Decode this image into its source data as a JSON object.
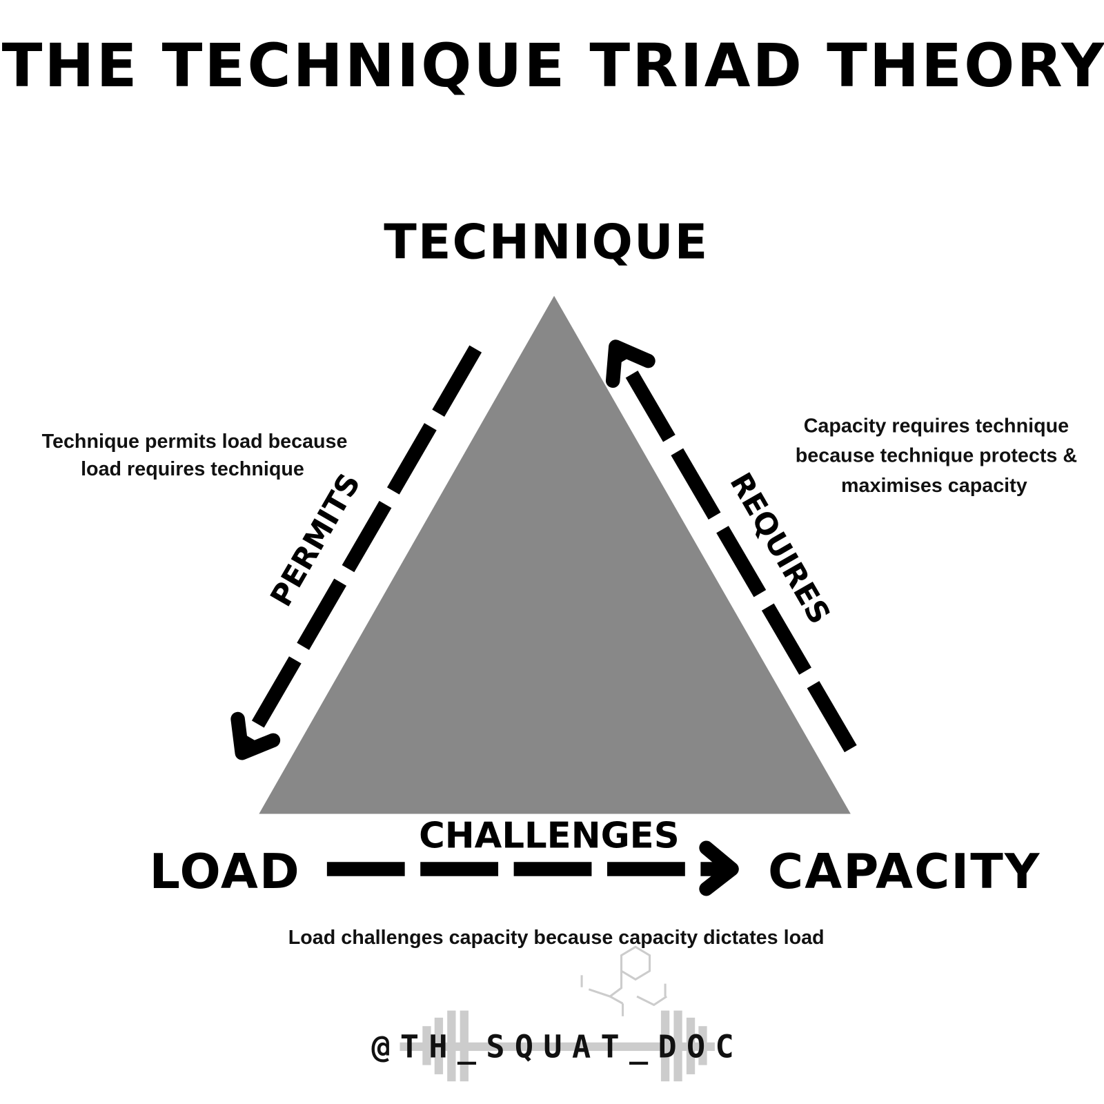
{
  "title": "THE TECHNIQUE TRIAD THEORY",
  "nodes": {
    "top": "TECHNIQUE",
    "left": "LOAD",
    "right": "CAPACITY"
  },
  "edges": {
    "left": {
      "label": "PERMITS",
      "description": [
        "Technique permits load because",
        "load requires technique"
      ]
    },
    "right": {
      "label": "REQUIRES",
      "description": [
        "Capacity requires technique",
        "because technique protects &",
        "maximises capacity"
      ]
    },
    "bottom": {
      "label": "CHALLENGES",
      "description": [
        "Load challenges capacity because capacity dictates load"
      ]
    }
  },
  "logo": {
    "handle": "@TH_SQUAT_DOC"
  },
  "colors": {
    "triangle": "#888888",
    "logo_gray": "#cccccc"
  }
}
